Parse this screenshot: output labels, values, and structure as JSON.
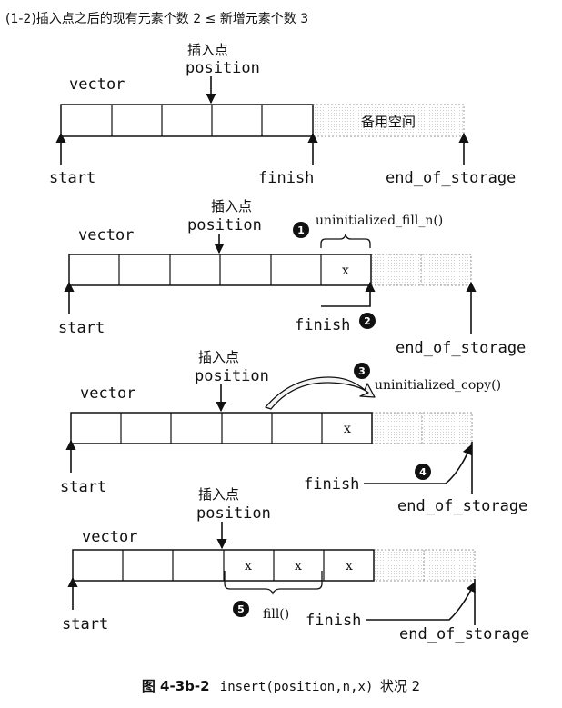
{
  "header": "(1-2)插入点之后的现有元素个数 2 ≤ 新增元素个数 3",
  "labels": {
    "vector": "vector",
    "insert_point": "插入点",
    "position": "position",
    "start": "start",
    "finish": "finish",
    "end_of_storage": "end_of_storage",
    "spare_space": "备用空间",
    "x": "x"
  },
  "steps": [
    {
      "num": "1",
      "text": "uninitialized_fill_n()"
    },
    {
      "num": "2",
      "text": ""
    },
    {
      "num": "3",
      "text": "uninitialized_copy()"
    },
    {
      "num": "4",
      "text": ""
    },
    {
      "num": "5",
      "text": "fill()"
    }
  ],
  "caption": {
    "figure": "图 4-3b-2",
    "code": "insert(position,n,x)",
    "suffix": "状况 2"
  }
}
